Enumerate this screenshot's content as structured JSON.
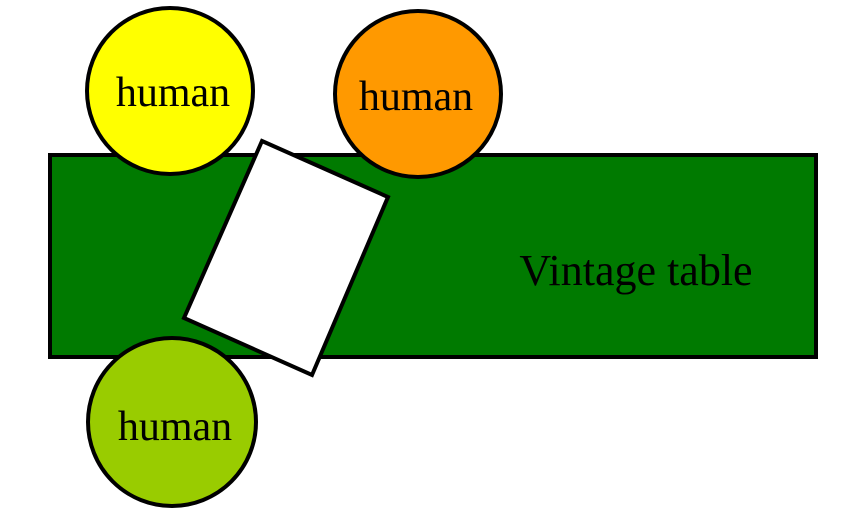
{
  "table": {
    "label": "Vintage table",
    "color": "#007a00"
  },
  "card": {
    "color": "#ffffff"
  },
  "humans": [
    {
      "label": "human",
      "color": "#ffff00"
    },
    {
      "label": "human",
      "color": "#ff9900"
    },
    {
      "label": "human",
      "color": "#99cc00"
    }
  ],
  "outline_color": "#000000"
}
